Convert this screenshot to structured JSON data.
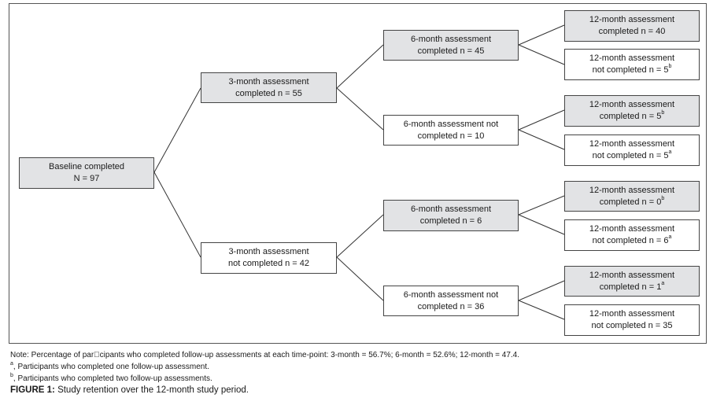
{
  "nodes": {
    "baseline": {
      "line1": "Baseline completed",
      "line2": "N = 97"
    },
    "m3_completed": {
      "line1": "3-month assessment",
      "line2": "completed n = 55"
    },
    "m3_not_completed": {
      "line1": "3-month assessment",
      "line2": "not completed n = 42"
    },
    "m6_a": {
      "line1": "6-month assessment",
      "line2": "completed n = 45"
    },
    "m6_b": {
      "line1": "6-month assessment not",
      "line2": "completed n = 10"
    },
    "m6_c": {
      "line1": "6-month assessment",
      "line2": "completed n = 6"
    },
    "m6_d": {
      "line1": "6-month assessment not",
      "line2": "completed n = 36"
    },
    "m12_1": {
      "line1": "12-month assessment",
      "line2": "completed n = 40",
      "sup": ""
    },
    "m12_2": {
      "line1": "12-month assessment",
      "line2": "not completed n = 5",
      "sup": "b"
    },
    "m12_3": {
      "line1": "12-month assessment",
      "line2": "completed n = 5",
      "sup": "b"
    },
    "m12_4": {
      "line1": "12-month assessment",
      "line2": "not completed n = 5",
      "sup": "a"
    },
    "m12_5": {
      "line1": "12-month assessment",
      "line2": "completed n = 0",
      "sup": "b"
    },
    "m12_6": {
      "line1": "12-month assessment",
      "line2": "not completed n = 6",
      "sup": "a"
    },
    "m12_7": {
      "line1": "12-month assessment",
      "line2": "completed n = 1",
      "sup": "a"
    },
    "m12_8": {
      "line1": "12-month assessment",
      "line2": "not completed n = 35",
      "sup": ""
    }
  },
  "notes": {
    "note": "Note: Percentage of par\u0000cipants who completed follow-up assessments at each time-point: 3-month = 56.7%; 6-month = 52.6%; 12-month = 47.4.",
    "footnote_a_mark": "a",
    "footnote_a": ", Participants who completed one follow-up assessment.",
    "footnote_b_mark": "b",
    "footnote_b": ", Participants who completed two follow-up assessments."
  },
  "caption": {
    "label": "FIGURE 1:",
    "text": " Study retention over the 12-month study period."
  },
  "colors": {
    "filled_box": "#e2e3e5",
    "border": "#444444"
  }
}
